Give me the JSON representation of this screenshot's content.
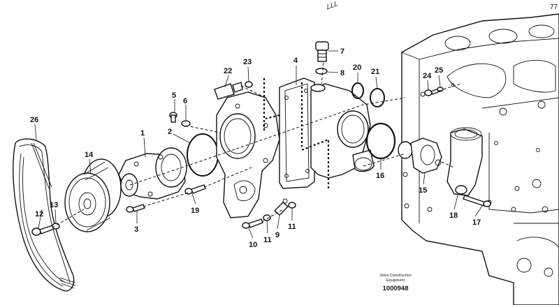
{
  "part_numbers": [
    "1",
    "2",
    "3",
    "4",
    "5",
    "6",
    "7",
    "8",
    "9",
    "10",
    "11",
    "11",
    "12",
    "13",
    "14",
    "15",
    "16",
    "17",
    "18",
    "19",
    "20",
    "21",
    "22",
    "23",
    "24",
    "25",
    "26"
  ],
  "caption": {
    "line1": "Volvo Construction",
    "line2": "Equipment",
    "drawing_number": "1000948"
  },
  "corner_marks": {
    "top_rotated": "777",
    "top_right": "77"
  }
}
